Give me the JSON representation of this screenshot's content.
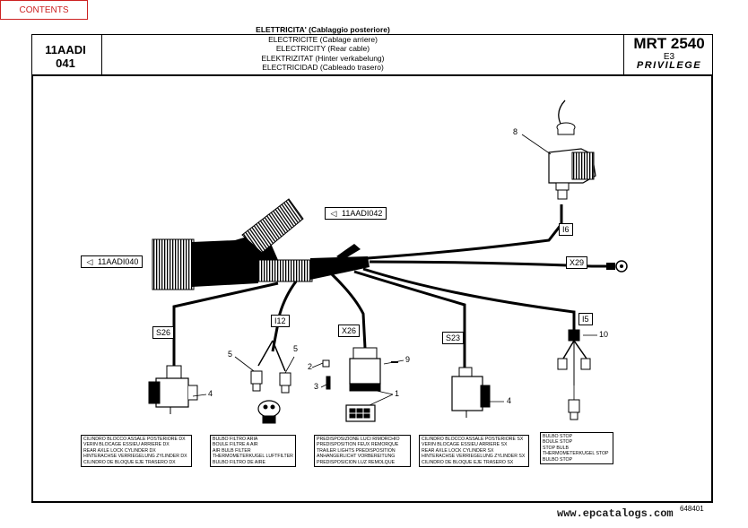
{
  "contents_button": "CONTENTS",
  "header": {
    "code_line1": "11AADI",
    "code_line2": "041",
    "titles": [
      "ELETTRICITA' (Cablaggio posteriore)",
      "ELECTRICITE (Cablage arriere)",
      "ELECTRICITY (Rear cable)",
      "ELEKTRIZITAT (Hinter verkabelung)",
      "ELECTRICIDAD (Cableado trasero)"
    ],
    "model": "MRT 2540",
    "model_sub": "E3",
    "brand": "PRIVILEGE"
  },
  "references": {
    "ref_left": "11AADI040",
    "ref_top": "11AADI042"
  },
  "wire_labels": {
    "i6": "I6",
    "x29": "X29",
    "s26": "S26",
    "i12": "I12",
    "x26": "X26",
    "s23": "S23",
    "i5": "I5"
  },
  "part_numbers": {
    "n1": "1",
    "n2": "2",
    "n3": "3",
    "n4a": "4",
    "n4b": "4",
    "n5a": "5",
    "n5b": "5",
    "n8": "8",
    "n9": "9",
    "n10": "10"
  },
  "descriptions": {
    "cylinder_left": [
      "CILINDRO BLOCCO ASSALE POSTERIORE DX",
      "VERIN BLOCAGE ESSIEU ARRIERE DX",
      "REAR AXLE LOCK CYLINDER DX",
      "HINTERACHSE VERRIEGELUNG ZYLINDER DX",
      "CILINDRO DE BLOQUE EJE TRASERO DX"
    ],
    "bulb_filter": [
      "BULBO FILTRO ARIA",
      "BOULE FILTRE A AIR",
      "AIR BULB FILTER",
      "THERMOMETERKUGEL LUFTFILTER",
      "BULBO FILTRO DE AIRE"
    ],
    "trailer_lights": [
      "PREDISPOSIZIONE LUCI RIMORCHIO",
      "PREDISPOSITION FEUX REMORQUE",
      "TRAILER LIGHTS PREDISPOSITION",
      "ANHANGERLICHT VORBEREITUNG",
      "PREDISPOSICION LUZ REMOLQUE"
    ],
    "cylinder_right": [
      "CILINDRO BLOCCO ASSALE POSTERIORE SX",
      "VERIN BLOCAGE ESSIEU ARRIERE SX",
      "REAR AXLE LOCK CYLINDER SX",
      "HINTERACHSE VERRIEGELUNG ZYLINDER SX",
      "CILINDRO DE BLOQUE EJE TRASERO SX"
    ],
    "bulb_stop": [
      "BULBO STOP",
      "BOULE STOP",
      "STOP BULB",
      "THERMOMETERKUGEL STOP",
      "BULBO STOP"
    ]
  },
  "figure_number": "648401",
  "watermark": "www.epcatalogs.com"
}
